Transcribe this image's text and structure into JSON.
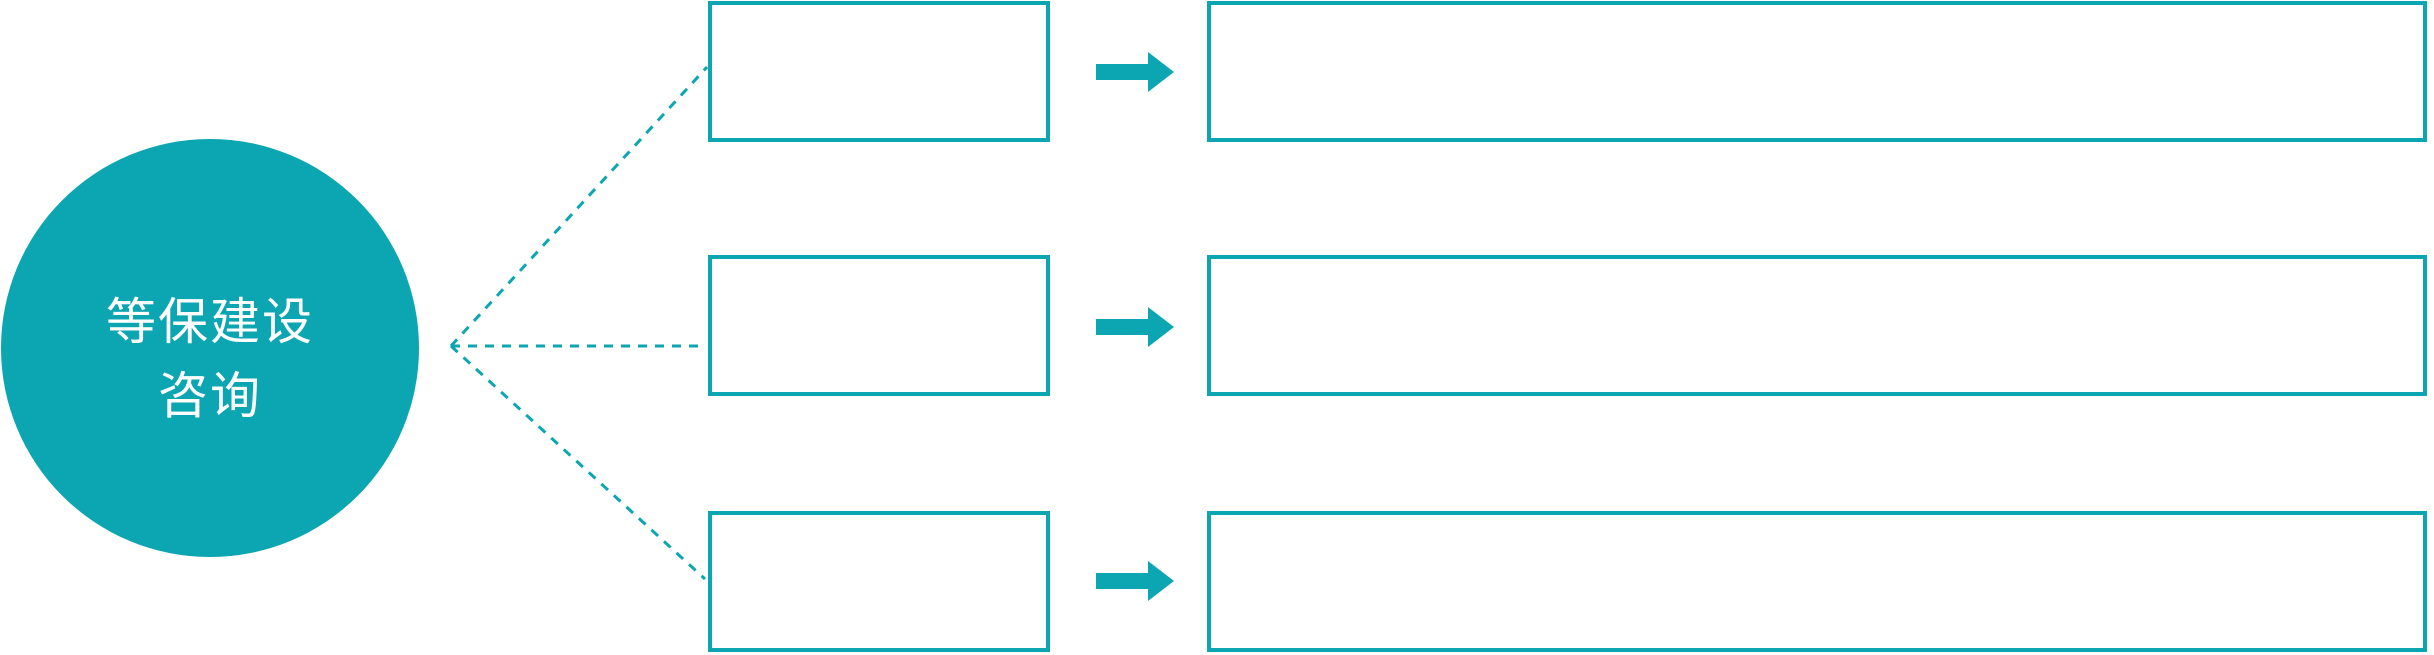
{
  "colors": {
    "accent": "#0BA6B2",
    "background": "#FFFFFF",
    "box_fill": "#FFFFFF",
    "circle_text": "#FFFFFF"
  },
  "circle": {
    "label_line1": "等保建设",
    "label_line2": "咨询"
  },
  "rows": [
    {
      "box_label": "",
      "detail_label": ""
    },
    {
      "box_label": "",
      "detail_label": ""
    },
    {
      "box_label": "",
      "detail_label": ""
    }
  ],
  "icons": {
    "arrow": "block-arrow-right-icon",
    "connector": "dashed-connector-line"
  }
}
